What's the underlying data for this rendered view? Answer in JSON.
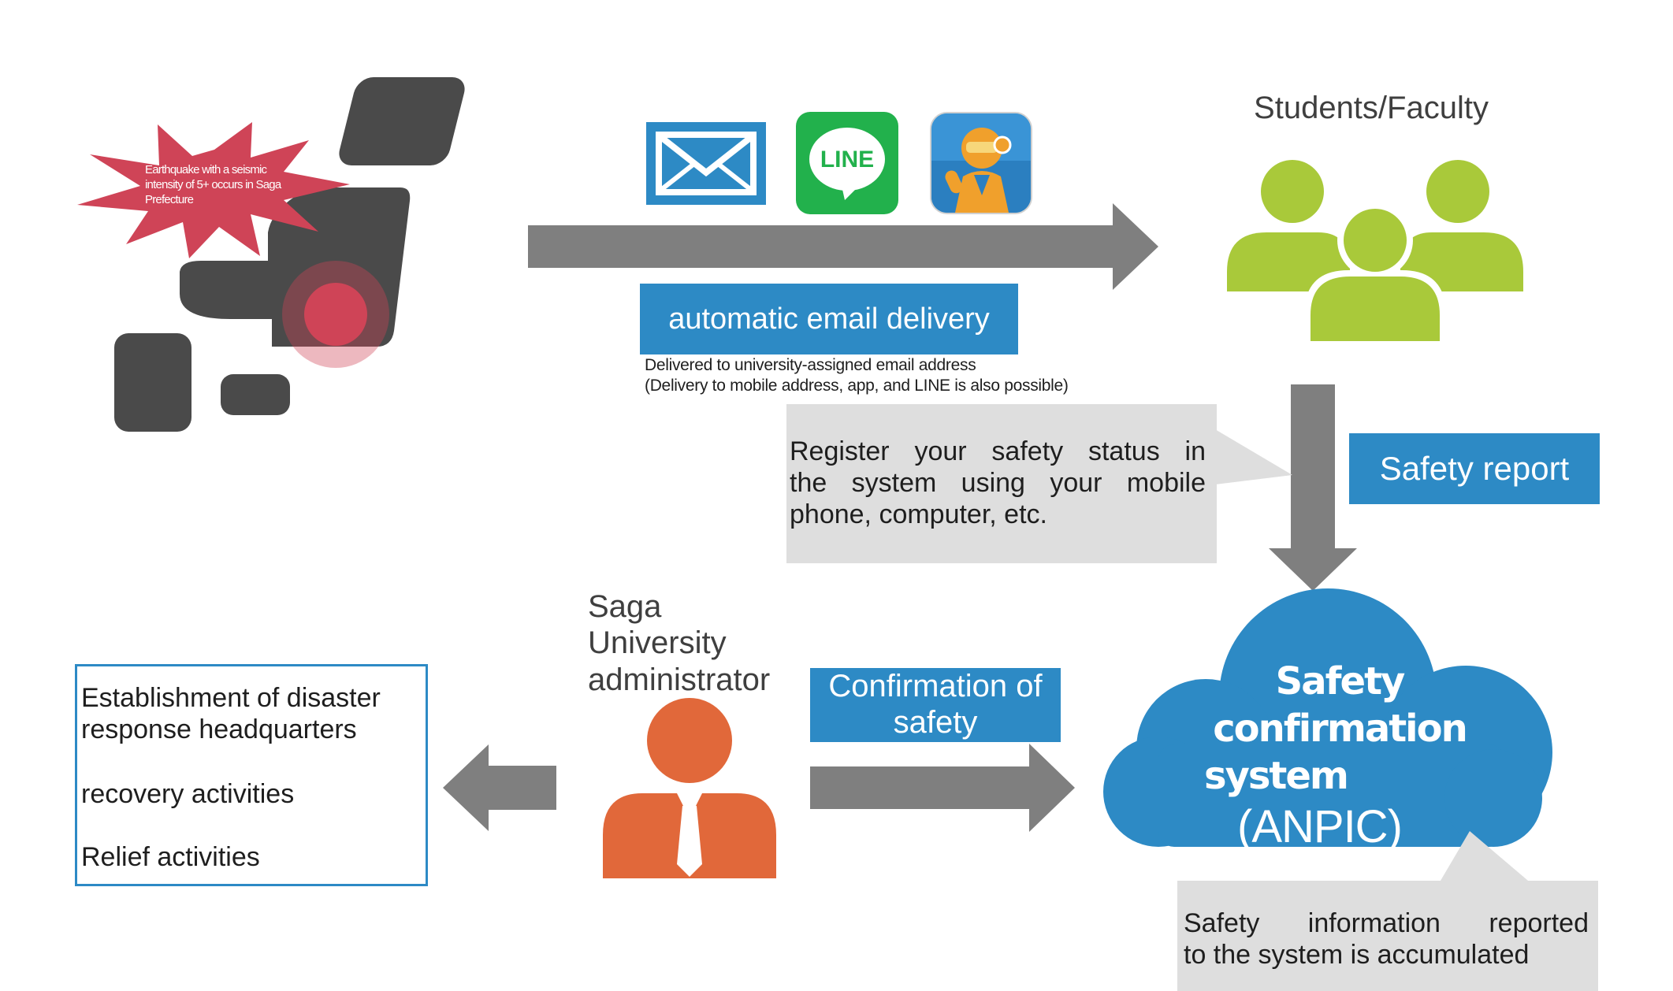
{
  "earthquake": {
    "burst_text": "Earthquake with a seismic intensity of 5+ occurs in Saga Prefecture"
  },
  "icons": {
    "mail": "envelope-icon",
    "line": "line-app-icon",
    "line_text": "LINE",
    "anpic_app": "anpic-app-icon"
  },
  "delivery": {
    "label": "automatic email delivery",
    "note_line1": "Delivered to university-assigned email address",
    "note_line2": "(Delivery to mobile address, app, and LINE is also possible)"
  },
  "students": {
    "title": "Students/Faculty"
  },
  "register": {
    "line1": "Register your safety status in",
    "line2": "the system using your mobile",
    "line3": "phone, computer, etc."
  },
  "safety_report": {
    "label": "Safety report"
  },
  "admin": {
    "line1": "Saga",
    "line2": "University",
    "line3": "administrator"
  },
  "confirmation": {
    "line1": "Confirmation of",
    "line2": "safety"
  },
  "actions": {
    "item1_line1": "Establishment of disaster",
    "item1_line2": "response headquarters",
    "item2": "recovery activities",
    "item3": "Relief activities"
  },
  "cloud": {
    "line1": "Safety",
    "line2": "confirmation",
    "line3": "system",
    "line4": "(ANPIC)"
  },
  "accumulated": {
    "line1": "Safety information reported",
    "line2": "to the system is accumulated"
  },
  "colors": {
    "accent_blue": "#2d8ac5",
    "people_green": "#a9c93a",
    "admin_orange": "#e1683a",
    "quake_red": "#cf4457",
    "arrow_grey": "#7f7f7f",
    "map_grey": "#4a4a4a"
  }
}
